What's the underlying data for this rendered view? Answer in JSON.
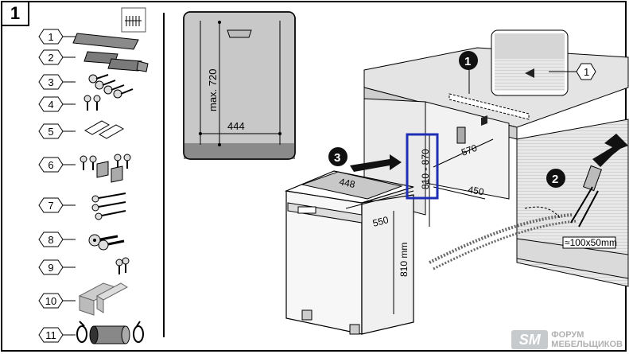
{
  "figure": {
    "step_number": "1"
  },
  "parts": [
    {
      "number": "1"
    },
    {
      "number": "2"
    },
    {
      "number": "3"
    },
    {
      "number": "4"
    },
    {
      "number": "5"
    },
    {
      "number": "6"
    },
    {
      "number": "7"
    },
    {
      "number": "8"
    },
    {
      "number": "9"
    },
    {
      "number": "10"
    },
    {
      "number": "11"
    }
  ],
  "niche_panel": {
    "height_label": "max. 720",
    "width_label": "444"
  },
  "main_drawing": {
    "step_badges": [
      "1",
      "2",
      "3"
    ],
    "detail_callout_part": "1",
    "dims": {
      "height_range": "810 - 870",
      "depth_upper": "570",
      "depth_lower": "450",
      "appliance_width": "448",
      "appliance_depth": "550",
      "appliance_height": "810 mm",
      "opening": "≈100x50mm"
    }
  },
  "watermark": {
    "logo": "SM",
    "line1": "ФОРУМ",
    "line2": "МЕБЕЛЬЩИКОВ"
  },
  "colors": {
    "panel_gray": "#c8c8c8",
    "highlight_blue": "#1f2fb5",
    "cabinet_gray": "#e6e6e6"
  }
}
